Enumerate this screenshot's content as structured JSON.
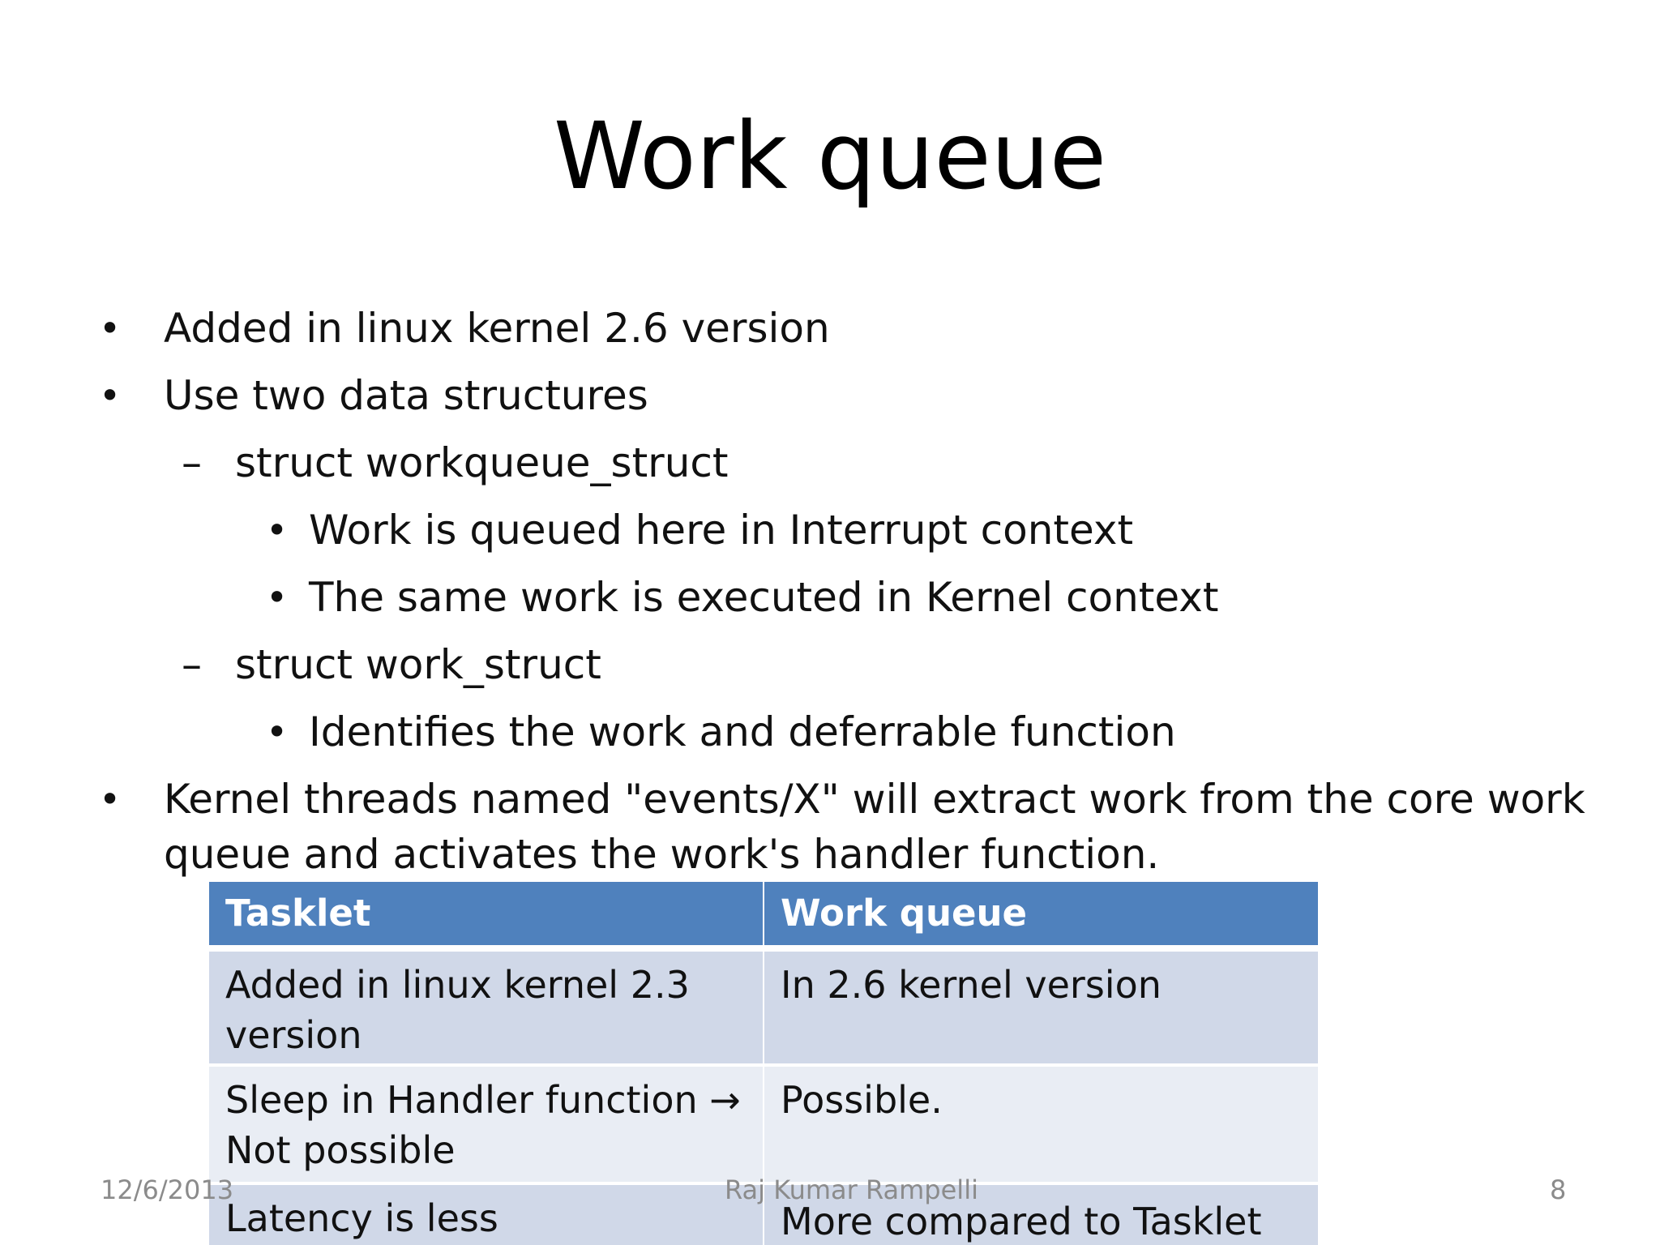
{
  "slide": {
    "title": "Work queue",
    "bullets": {
      "b1": "Added in linux kernel 2.6 version",
      "b2": "Use two data structures",
      "b2_1": "struct workqueue_struct",
      "b2_1_1": "Work is queued here in Interrupt context",
      "b2_1_2": "The same work is executed in Kernel context",
      "b2_2": "struct work_struct",
      "b2_2_1": "Identifies the work and deferrable function",
      "b3_line1": "Kernel threads named \"events/X\" will extract work from the core work",
      "b3_line2": "queue and activates the work's handler function.",
      "bullet_glyph": "•",
      "dash_glyph": "–"
    },
    "table": {
      "headers": [
        "Tasklet",
        "Work queue"
      ],
      "rows": [
        [
          "Added in linux kernel 2.3 version",
          "In 2.6 kernel version"
        ],
        [
          "Sleep in Handler function → Not possible",
          "Possible."
        ],
        [
          "Latency is less",
          "More compared to Tasklet"
        ]
      ]
    },
    "footer": {
      "date": "12/6/2013",
      "author": "Raj Kumar Rampelli",
      "page_number": "8"
    },
    "colors": {
      "header_bg": "#4f81bd",
      "row_a_bg": "#d0d8e8",
      "row_b_bg": "#e9edf4",
      "footer_text": "#8b8b8b"
    }
  }
}
